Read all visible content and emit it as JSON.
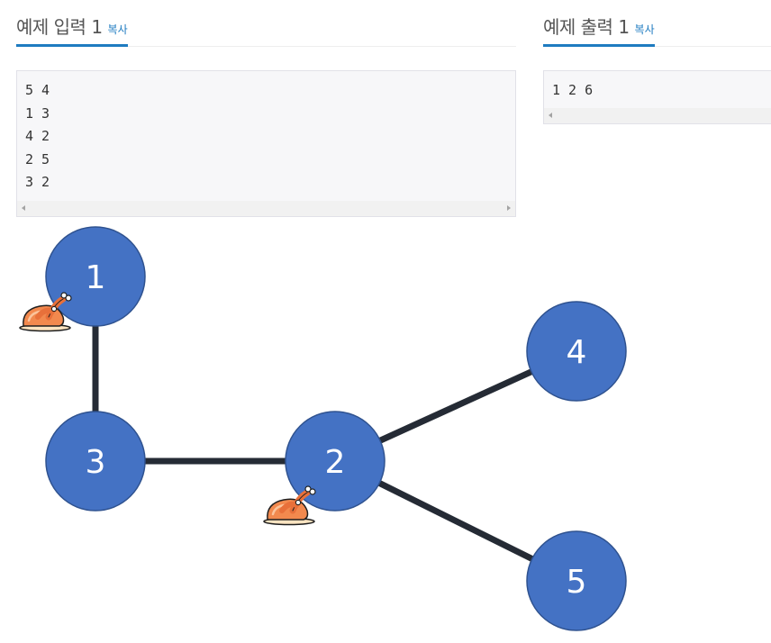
{
  "input_section": {
    "title": "예제 입력 1",
    "copy_label": "복사",
    "lines": [
      "5 4",
      "1 3",
      "4 2",
      "2 5",
      "3 2"
    ]
  },
  "output_section": {
    "title": "예제 출력 1",
    "copy_label": "복사",
    "lines": [
      "1 2 6"
    ]
  },
  "graph": {
    "nodes": [
      {
        "id": "1",
        "label": "1",
        "has_chicken": true
      },
      {
        "id": "3",
        "label": "3",
        "has_chicken": false
      },
      {
        "id": "2",
        "label": "2",
        "has_chicken": true
      },
      {
        "id": "4",
        "label": "4",
        "has_chicken": false
      },
      {
        "id": "5",
        "label": "5",
        "has_chicken": false
      }
    ],
    "edges": [
      [
        "1",
        "3"
      ],
      [
        "3",
        "2"
      ],
      [
        "2",
        "4"
      ],
      [
        "2",
        "5"
      ]
    ],
    "node_color": "#4472c4",
    "edge_color": "#252b35",
    "chicken_icon": "roast-chicken-icon"
  }
}
